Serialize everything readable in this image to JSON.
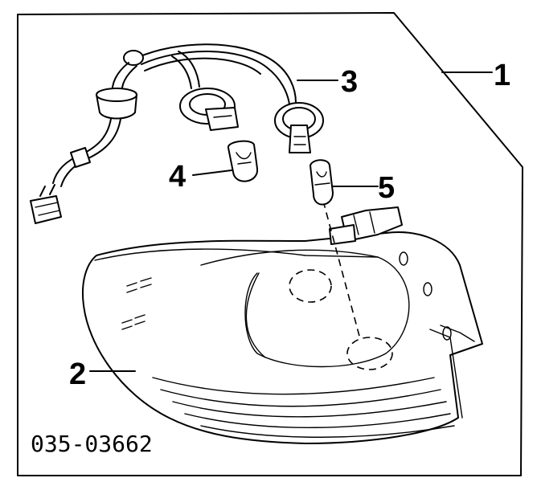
{
  "diagram": {
    "part_number": "035-03662",
    "callouts": [
      {
        "id": "callout-1",
        "label": "1"
      },
      {
        "id": "callout-2",
        "label": "2"
      },
      {
        "id": "callout-3",
        "label": "3"
      },
      {
        "id": "callout-4",
        "label": "4"
      },
      {
        "id": "callout-5",
        "label": "5"
      }
    ],
    "colors": {
      "line": "#000000",
      "background": "#ffffff"
    }
  }
}
